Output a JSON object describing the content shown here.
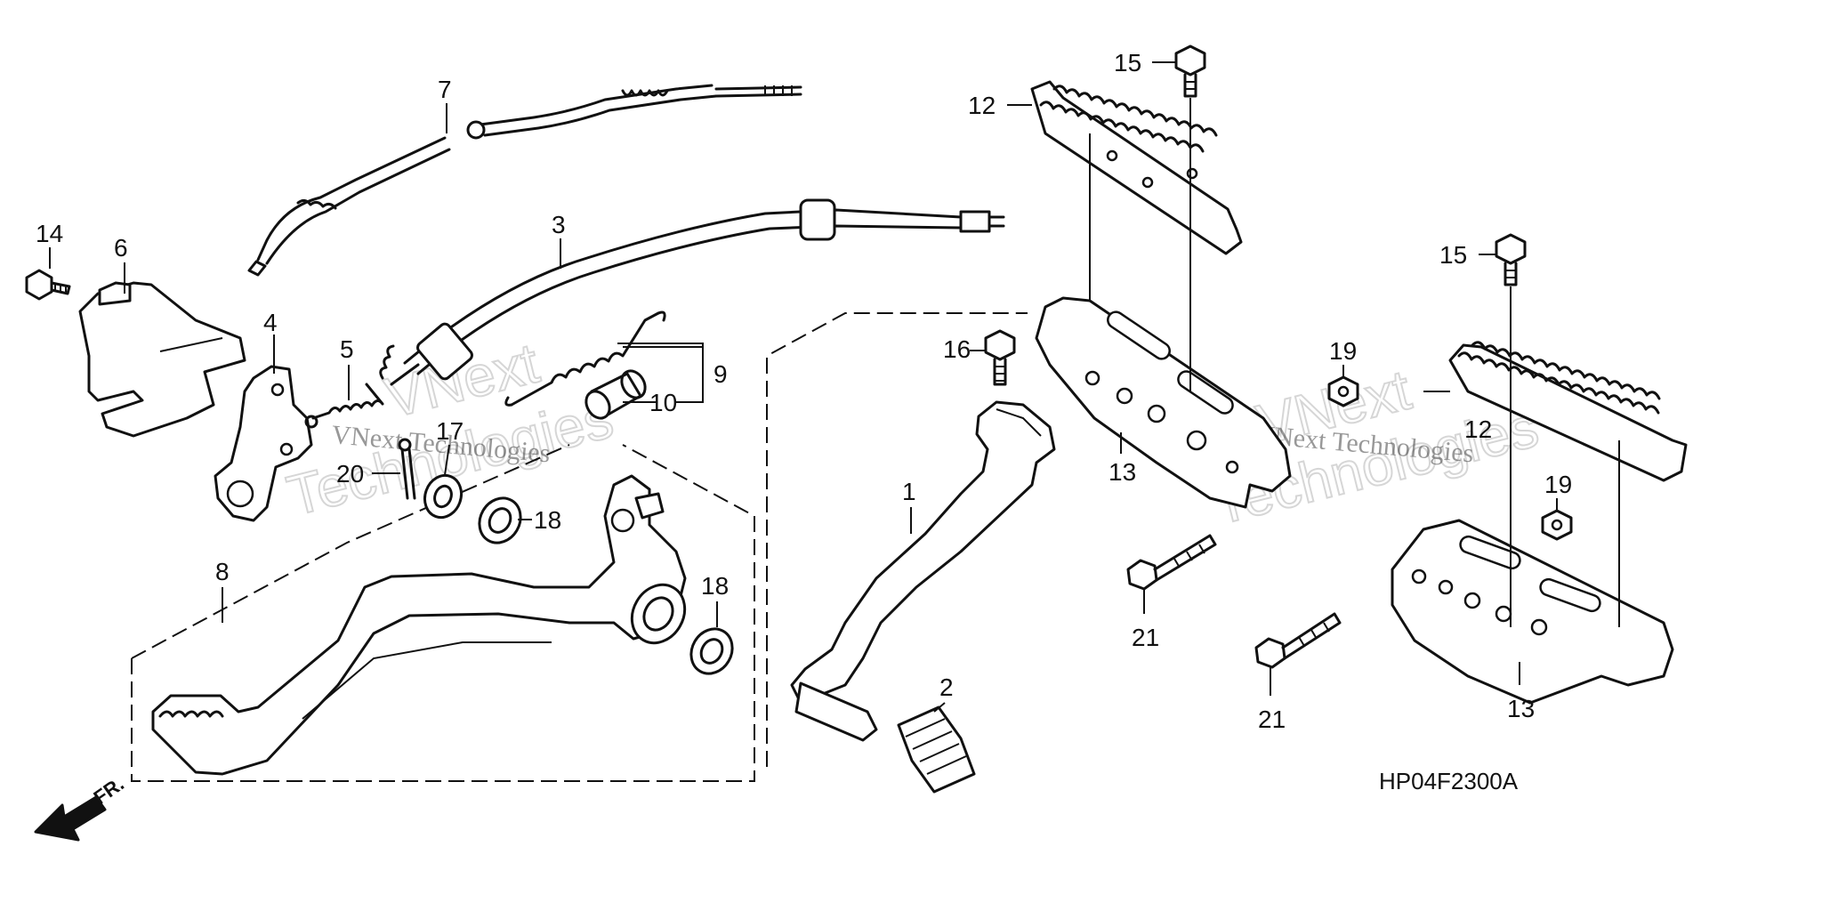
{
  "diagram": {
    "callouts": {
      "c1": "1",
      "c2": "2",
      "c3": "3",
      "c4": "4",
      "c5": "5",
      "c6": "6",
      "c7": "7",
      "c8": "8",
      "c9": "9",
      "c10": "10",
      "c12a": "12",
      "c12b": "12",
      "c13a": "13",
      "c13b": "13",
      "c14": "14",
      "c15a": "15",
      "c15b": "15",
      "c16": "16",
      "c17": "17",
      "c18a": "18",
      "c18b": "18",
      "c19a": "19",
      "c19b": "19",
      "c20": "20",
      "c21a": "21",
      "c21b": "21"
    },
    "drawing_code": "HP04F2300A",
    "front_indicator": "FR.",
    "watermarks": {
      "brand_a": "VNext Technologies",
      "brand_b": "VNext Technologies",
      "big_a1": "VNext",
      "big_a2": "Technologies",
      "big_b1": "VNext",
      "big_b2": "Technologies"
    }
  }
}
